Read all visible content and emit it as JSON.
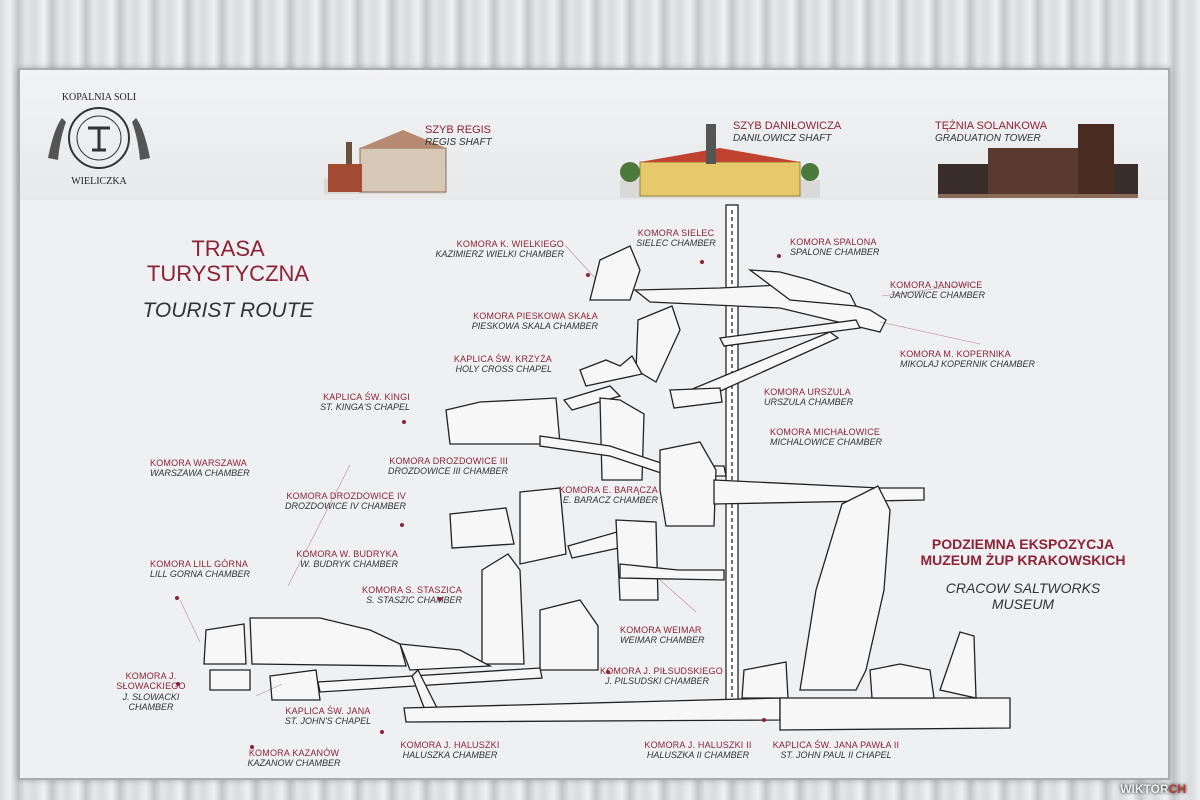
{
  "logo": {
    "top_text": "KOPALNIA SOLI",
    "bottom_text": "WIELICZKA"
  },
  "title": {
    "pl_line1": "TRASA",
    "pl_line2": "TURYSTYCZNA",
    "en": "TOURIST ROUTE"
  },
  "buildings": [
    {
      "pl": "SZYB REGIS",
      "en": "REGIS SHAFT"
    },
    {
      "pl": "SZYB DANIŁOWICZA",
      "en": "DANILOWICZ SHAFT"
    },
    {
      "pl": "TĘŻNIA SOLANKOWA",
      "en": "GRADUATION TOWER"
    }
  ],
  "museum": {
    "pl_line1": "PODZIEMNA EKSPOZYCJA",
    "pl_line2": "MUZEUM ŻUP KRAKOWSKICH",
    "en_line1": "CRACOW SALTWORKS",
    "en_line2": "MUSEUM"
  },
  "chambers": [
    {
      "pl": "KOMORA K. WIELKIEGO",
      "en": "KAZIMIERZ WIELKI CHAMBER"
    },
    {
      "pl": "KOMORA SIELEC",
      "en": "SIELEC CHAMBER"
    },
    {
      "pl": "KOMORA SPALONA",
      "en": "SPALONE CHAMBER"
    },
    {
      "pl": "KOMORA JANOWICE",
      "en": "JANOWICE CHAMBER"
    },
    {
      "pl": "KOMORA PIESKOWA SKAŁA",
      "en": "PIESKOWA SKALA CHAMBER"
    },
    {
      "pl": "KOMORA M. KOPERNIKA",
      "en": "MIKOLAJ KOPERNIK CHAMBER"
    },
    {
      "pl": "KAPLICA ŚW. KRZYŻA",
      "en": "HOLY CROSS CHAPEL"
    },
    {
      "pl": "KAPLICA ŚW. KINGI",
      "en": "ST. KINGA'S CHAPEL"
    },
    {
      "pl": "KOMORA URSZULA",
      "en": "URSZULA CHAMBER"
    },
    {
      "pl": "KOMORA MICHAŁOWICE",
      "en": "MICHALOWICE CHAMBER"
    },
    {
      "pl": "KOMORA DROZDOWICE III",
      "en": "DROZDOWICE III CHAMBER"
    },
    {
      "pl": "KOMORA WARSZAWA",
      "en": "WARSZAWA CHAMBER"
    },
    {
      "pl": "KOMORA E. BARĄCZA",
      "en": "E. BARACZ CHAMBER"
    },
    {
      "pl": "KOMORA DROZDOWICE IV",
      "en": "DROZDOWICE IV CHAMBER"
    },
    {
      "pl": "KOMORA W. BUDRYKA",
      "en": "W. BUDRYK CHAMBER"
    },
    {
      "pl": "KOMORA LILL GÓRNA",
      "en": "LILL GORNA CHAMBER"
    },
    {
      "pl": "KOMORA S. STASZICA",
      "en": "S. STASZIC CHAMBER"
    },
    {
      "pl": "KOMORA WEIMAR",
      "en": "WEIMAR CHAMBER"
    },
    {
      "pl": "KOMORA J. PIŁSUDSKIEGO",
      "en": "J. PILSUDSKI CHAMBER"
    },
    {
      "pl": "KOMORA J. SŁOWACKIEGO",
      "en": "J. SLOWACKI CHAMBER"
    },
    {
      "pl": "KAPLICA ŚW. JANA",
      "en": "ST. JOHN'S CHAPEL"
    },
    {
      "pl": "KOMORA KAZANÓW",
      "en": "KAZANOW CHAMBER"
    },
    {
      "pl": "KOMORA J. HALUSZKI",
      "en": "HALUSZKA CHAMBER"
    },
    {
      "pl": "KOMORA J. HALUSZKI II",
      "en": "HALUSZKA II CHAMBER"
    },
    {
      "pl": "KAPLICA ŚW. JANA PAWŁA II",
      "en": "ST. JOHN PAUL II CHAPEL"
    }
  ],
  "watermark": "WIKTOR",
  "watermark_accent": "CH",
  "colors": {
    "accent": "#8b2236",
    "board": "#eef0f2",
    "ink": "#333333"
  }
}
